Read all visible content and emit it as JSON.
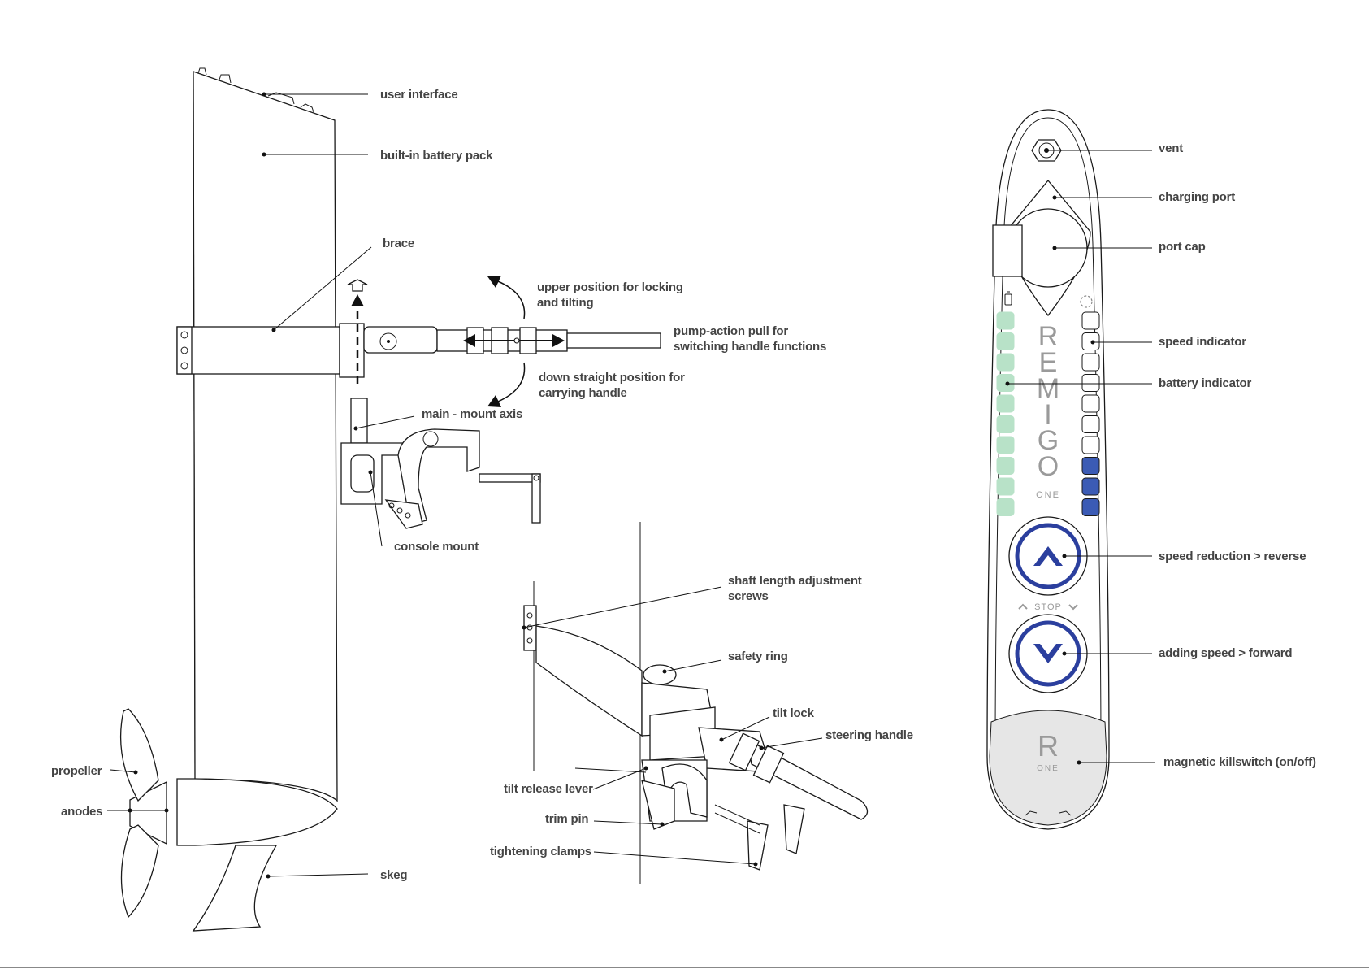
{
  "labels": {
    "user_interface": "user interface",
    "battery_pack": "built-in battery pack",
    "brace": "brace",
    "upper_position_1": "upper position for locking",
    "upper_position_2": "and tilting",
    "pump_action_1": "pump-action pull for",
    "pump_action_2": "switching handle functions",
    "down_position_1": "down straight position for",
    "down_position_2": "carrying handle",
    "main_mount_axis": "main - mount axis",
    "console_mount": "console mount",
    "shaft_length_1": "shaft length adjustment",
    "shaft_length_2": "screws",
    "safety_ring": "safety ring",
    "tilt_lock": "tilt lock",
    "steering_handle": "steering handle",
    "tilt_release_lever": "tilt release lever",
    "trim_pin": "trim pin",
    "tightening_clamps": "tightening clamps",
    "propeller": "propeller",
    "anodes": "anodes",
    "skeg": "skeg",
    "vent": "vent",
    "charging_port": "charging port",
    "port_cap": "port cap",
    "speed_indicator": "speed indicator",
    "battery_indicator": "battery indicator",
    "speed_reduction": "speed reduction > reverse",
    "adding_speed": "adding speed > forward",
    "killswitch": "magnetic killswitch (on/off)"
  },
  "remote": {
    "brand_letters": [
      "R",
      "E",
      "M",
      "I",
      "G",
      "O"
    ],
    "brand_sub": "ONE",
    "stop_label": "STOP",
    "logo_letter": "R",
    "logo_sub": "ONE",
    "battery_level": 1.0,
    "speed_level": 0.3,
    "battery_color": "#b8e2c8",
    "speed_color": "#3b5bb5",
    "button_color": "#2b3f9e"
  }
}
